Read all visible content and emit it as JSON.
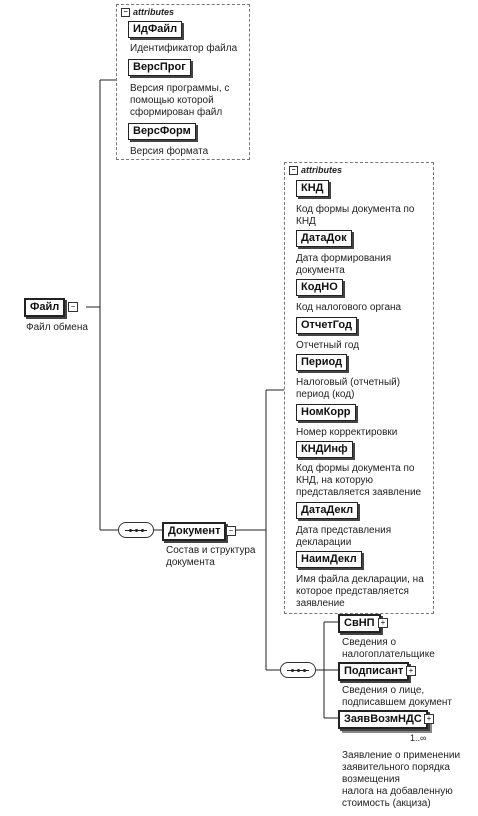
{
  "root": {
    "name": "Файл",
    "desc": "Файл обмена"
  },
  "root_attributes": {
    "header": "attributes",
    "items": [
      {
        "name": "ИдФайл",
        "desc": [
          "Идентификатор файла"
        ]
      },
      {
        "name": "ВерсПрог",
        "desc": [
          "Версия программы, с",
          "помощью которой",
          "сформирован файл"
        ]
      },
      {
        "name": "ВерсФорм",
        "desc": [
          "Версия формата"
        ]
      }
    ]
  },
  "document": {
    "name": "Документ",
    "desc": [
      "Состав и структура",
      "документа"
    ]
  },
  "document_attributes": {
    "header": "attributes",
    "items": [
      {
        "name": "КНД",
        "desc": [
          "Код формы документа по",
          "КНД"
        ]
      },
      {
        "name": "ДатаДок",
        "desc": [
          "Дата формирования",
          "документа"
        ]
      },
      {
        "name": "КодНО",
        "desc": [
          "Код налогового органа"
        ]
      },
      {
        "name": "ОтчетГод",
        "desc": [
          "Отчетный год"
        ]
      },
      {
        "name": "Период",
        "desc": [
          "Налоговый (отчетный)",
          "период (код)"
        ]
      },
      {
        "name": "НомКорр",
        "desc": [
          "Номер корректировки"
        ]
      },
      {
        "name": "КНДИнф",
        "desc": [
          "Код формы документа по",
          "КНД, на которую",
          "представляется заявление"
        ]
      },
      {
        "name": "ДатаДекл",
        "desc": [
          "Дата представления",
          "декларации"
        ]
      },
      {
        "name": "НаимДекл",
        "desc": [
          "Имя файла декларации, на",
          "которое представляется",
          "заявление"
        ]
      }
    ]
  },
  "children": [
    {
      "name": "СвНП",
      "desc": [
        "Сведения о",
        "налогоплательщике"
      ]
    },
    {
      "name": "Подписант",
      "desc": [
        "Сведения о лице,",
        "подписавшем документ"
      ]
    },
    {
      "name": "ЗаявВозмНДС",
      "desc": [
        "Заявление о применении",
        "заявительного порядка",
        "возмещения",
        "налога на добавленную",
        "стоимость (акциза)"
      ],
      "multiplicity": "1..∞"
    }
  ]
}
